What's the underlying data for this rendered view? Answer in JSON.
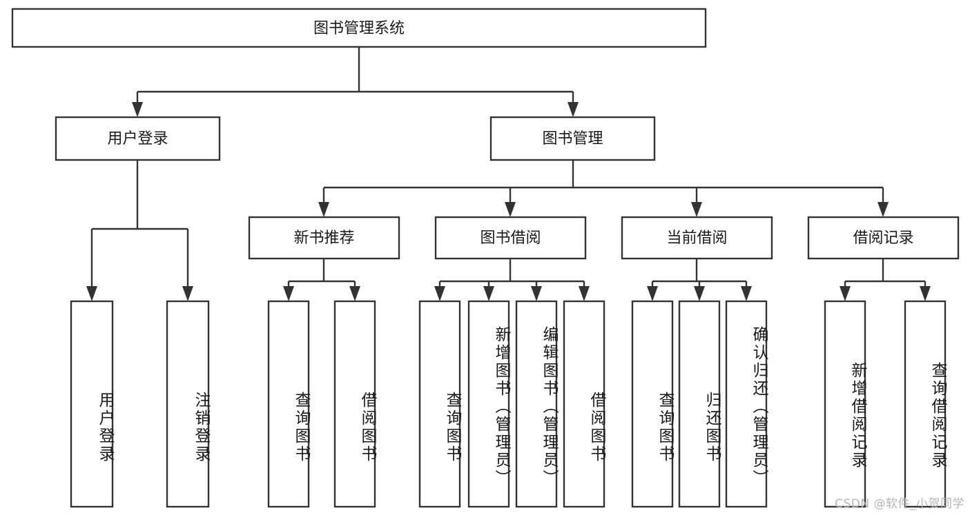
{
  "diagram": {
    "title": "图书管理系统",
    "type": "hierarchy-tree",
    "watermark": "CSDN @软件_小贺同学",
    "colors": {
      "box_stroke": "#333333",
      "box_fill": "#ffffff",
      "text": "#1a1a1a",
      "watermark": "#b5b5b5",
      "background": "#ffffff"
    },
    "root": {
      "label": "图书管理系统"
    },
    "level2": [
      {
        "label": "用户登录"
      },
      {
        "label": "图书管理"
      }
    ],
    "level3": [
      {
        "label": "新书推荐"
      },
      {
        "label": "图书借阅"
      },
      {
        "label": "当前借阅"
      },
      {
        "label": "借阅记录"
      }
    ],
    "leaves": [
      {
        "label": "用户登录",
        "parent": "用户登录"
      },
      {
        "label": "注销登录",
        "parent": "用户登录"
      },
      {
        "label": "查询图书",
        "parent": "新书推荐"
      },
      {
        "label": "借阅图书",
        "parent": "新书推荐"
      },
      {
        "label": "查询图书",
        "parent": "图书借阅"
      },
      {
        "label": "新增图书（管理员）",
        "parent": "图书借阅"
      },
      {
        "label": "编辑图书（管理员）",
        "parent": "图书借阅"
      },
      {
        "label": "借阅图书",
        "parent": "图书借阅"
      },
      {
        "label": "查询图书",
        "parent": "当前借阅"
      },
      {
        "label": "归还图书",
        "parent": "当前借阅"
      },
      {
        "label": "确认归还（管理员）",
        "parent": "当前借阅"
      },
      {
        "label": "新增借阅记录",
        "parent": "借阅记录"
      },
      {
        "label": "查询借阅记录",
        "parent": "借阅记录"
      }
    ]
  }
}
